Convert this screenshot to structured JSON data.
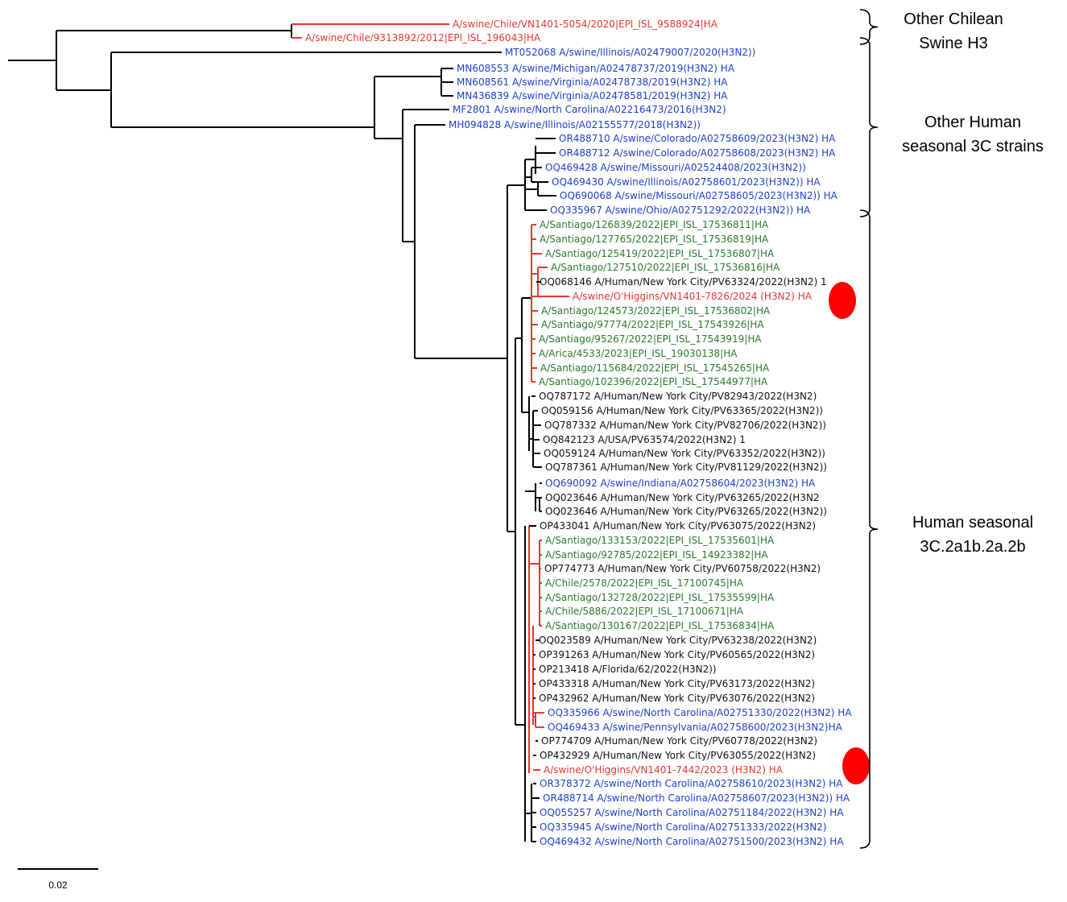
{
  "palette": {
    "swine_chile": "#e8362f",
    "us_swine": "#1f3fcf",
    "chile_human": "#2a7b2e",
    "human_other": "#111111",
    "marker": "#ff0000"
  },
  "leaves": [
    {
      "text": "A/swine/Chile/VN1401-5054/2020|EPI_ISL_9588924|HA",
      "group": "swine_chile"
    },
    {
      "text": "A/swine/Chile/9313892/2012|EPI_ISL_196043|HA",
      "group": "swine_chile"
    },
    {
      "text": "MT052068 A/swine/Illinois/A02479007/2020(H3N2))",
      "group": "us_swine"
    },
    {
      "text": "MN608553 A/swine/Michigan/A02478737/2019(H3N2) HA",
      "group": "us_swine"
    },
    {
      "text": "MN608561 A/swine/Virginia/A02478738/2019(H3N2) HA",
      "group": "us_swine"
    },
    {
      "text": "MN436839 A/swine/Virginia/A02478581/2019(H3N2) HA",
      "group": "us_swine"
    },
    {
      "text": "MF2801 A/swine/North Carolina/A02216473/2016(H3N2)",
      "group": "us_swine"
    },
    {
      "text": "MH094828 A/swine/Illinois/A02155577/2018(H3N2))",
      "group": "us_swine"
    },
    {
      "text": "OR488710 A/swine/Colorado/A02758609/2023(H3N2) HA",
      "group": "us_swine"
    },
    {
      "text": "OR488712 A/swine/Colorado/A02758608/2023(H3N2) HA",
      "group": "us_swine"
    },
    {
      "text": "OQ469428 A/swine/Missouri/A02524408/2023(H3N2))",
      "group": "us_swine"
    },
    {
      "text": "OQ469430 A/swine/Illinois/A02758601/2023(H3N2)) HA",
      "group": "us_swine"
    },
    {
      "text": "OQ690068 A/swine/Missouri/A02758605/2023(H3N2)) HA",
      "group": "us_swine"
    },
    {
      "text": "OQ335967 A/swine/Ohio/A02751292/2022(H3N2)) HA",
      "group": "us_swine"
    },
    {
      "text": "A/Santiago/126839/2022|EPI_ISL_17536811|HA",
      "group": "chile_human"
    },
    {
      "text": "A/Santiago/127765/2022|EPI_ISL_17536819|HA",
      "group": "chile_human"
    },
    {
      "text": "A/Santiago/125419/2022|EPI_ISL_17536807|HA",
      "group": "chile_human"
    },
    {
      "text": "A/Santiago/127510/2022|EPI_ISL_17536816|HA",
      "group": "chile_human"
    },
    {
      "text": "OQ068146 A/Human/New York City/PV63324/2022(H3N2) 1",
      "group": "human_other"
    },
    {
      "text": "A/swine/O'Higgins/VN1401-7826/2024 (H3N2) HA",
      "group": "swine_chile",
      "marked": true
    },
    {
      "text": "A/Santiago/124573/2022|EPI_ISL_17536802|HA",
      "group": "chile_human"
    },
    {
      "text": "A/Santiago/97774/2022|EPI_ISL_17543926|HA",
      "group": "chile_human"
    },
    {
      "text": "A/Santiago/95267/2022|EPI_ISL_17543919|HA",
      "group": "chile_human"
    },
    {
      "text": "A/Arica/4533/2023|EPI_ISL_19030138|HA",
      "group": "chile_human"
    },
    {
      "text": "A/Santiago/115684/2022|EPI_ISL_17545265|HA",
      "group": "chile_human"
    },
    {
      "text": "A/Santiago/102396/2022|EPI_ISL_17544977|HA",
      "group": "chile_human"
    },
    {
      "text": "OQ787172 A/Human/New York City/PV82943/2022(H3N2)",
      "group": "human_other"
    },
    {
      "text": "OQ059156 A/Human/New York City/PV63365/2022(H3N2))",
      "group": "human_other"
    },
    {
      "text": "OQ787332 A/Human/New York City/PV82706/2022(H3N2))",
      "group": "human_other"
    },
    {
      "text": "OQ842123 A/USA/PV63574/2022(H3N2) 1",
      "group": "human_other"
    },
    {
      "text": "OQ059124 A/Human/New York City/PV63352/2022(H3N2))",
      "group": "human_other"
    },
    {
      "text": "OQ787361 A/Human/New York City/PV81129/2022(H3N2))",
      "group": "human_other"
    },
    {
      "text": "OQ690092 A/swine/Indiana/A02758604/2023(H3N2) HA",
      "group": "us_swine"
    },
    {
      "text": "OQ023646 A/Human/New York City/PV63265/2022(H3N2",
      "group": "human_other"
    },
    {
      "text": "OQ023646 A/Human/New York City/PV63265/2022(H3N2))",
      "group": "human_other"
    },
    {
      "text": "OP433041 A/Human/New York City/PV63075/2022(H3N2)",
      "group": "human_other"
    },
    {
      "text": "A/Santiago/133153/2022|EPI_ISL_17535601|HA",
      "group": "chile_human"
    },
    {
      "text": "A/Santiago/92785/2022|EPI_ISL_14923382|HA",
      "group": "chile_human"
    },
    {
      "text": "OP774773 A/Human/New York City/PV60758/2022(H3N2)",
      "group": "human_other"
    },
    {
      "text": "A/Chile/2578/2022|EPI_ISL_17100745|HA",
      "group": "chile_human"
    },
    {
      "text": "A/Santiago/132728/2022|EPI_ISL_17535599|HA",
      "group": "chile_human"
    },
    {
      "text": "A/Chile/5886/2022|EPI_ISL_17100671|HA",
      "group": "chile_human"
    },
    {
      "text": "A/Santiago/130167/2022|EPI_ISL_17536834|HA",
      "group": "chile_human"
    },
    {
      "text": "OQ023589 A/Human/New York City/PV63238/2022(H3N2)",
      "group": "human_other"
    },
    {
      "text": "OP391263 A/Human/New York City/PV60565/2022(H3N2)",
      "group": "human_other"
    },
    {
      "text": "OP213418 A/Florida/62/2022(H3N2))",
      "group": "human_other"
    },
    {
      "text": "OP433318 A/Human/New York City/PV63173/2022(H3N2)",
      "group": "human_other"
    },
    {
      "text": "OP432962 A/Human/New York City/PV63076/2022(H3N2)",
      "group": "human_other"
    },
    {
      "text": "OQ335966 A/swine/North Carolina/A02751330/2022(H3N2) HA",
      "group": "us_swine"
    },
    {
      "text": "OQ469433 A/swine/Pennsylvania/A02758600/2023(H3N2)HA",
      "group": "us_swine"
    },
    {
      "text": "OP774709 A/Human/New York City/PV60778/2022(H3N2)",
      "group": "human_other"
    },
    {
      "text": "OP432929 A/Human/New York City/PV63055/2022(H3N2)",
      "group": "human_other"
    },
    {
      "text": "A/swine/O'Higgins/VN1401-7442/2023 (H3N2) HA",
      "group": "swine_chile",
      "marked": true
    },
    {
      "text": "OR378372 A/swine/North Carolina/A02758610/2023(H3N2) HA",
      "group": "us_swine"
    },
    {
      "text": "OR488714 A/swine/North Carolina/A02758607/2023(H3N2)) HA",
      "group": "us_swine"
    },
    {
      "text": "OQ055257 A/swine/North Carolina/A02751184/2022(H3N2) HA",
      "group": "us_swine"
    },
    {
      "text": "OQ335945 A/swine/North Carolina/A02751333/2022(H3N2)",
      "group": "us_swine"
    },
    {
      "text": "OQ469432 A/swine/North Carolina/A02751500/2023(H3N2) HA",
      "group": "us_swine"
    }
  ],
  "clades": [
    {
      "lines": [
        "Other Chilean",
        "Swine H3"
      ],
      "from_leaf": 0,
      "to_leaf": 1
    },
    {
      "lines": [
        "Other Human",
        "seasonal 3C strains"
      ],
      "from_leaf": 2,
      "to_leaf": 13
    },
    {
      "lines": [
        "Human seasonal",
        "3C.2a1b.2a.2b"
      ],
      "from_leaf": 14,
      "to_leaf": 57
    }
  ],
  "scale_bar": {
    "label": "0.02",
    "value": 0.02
  }
}
